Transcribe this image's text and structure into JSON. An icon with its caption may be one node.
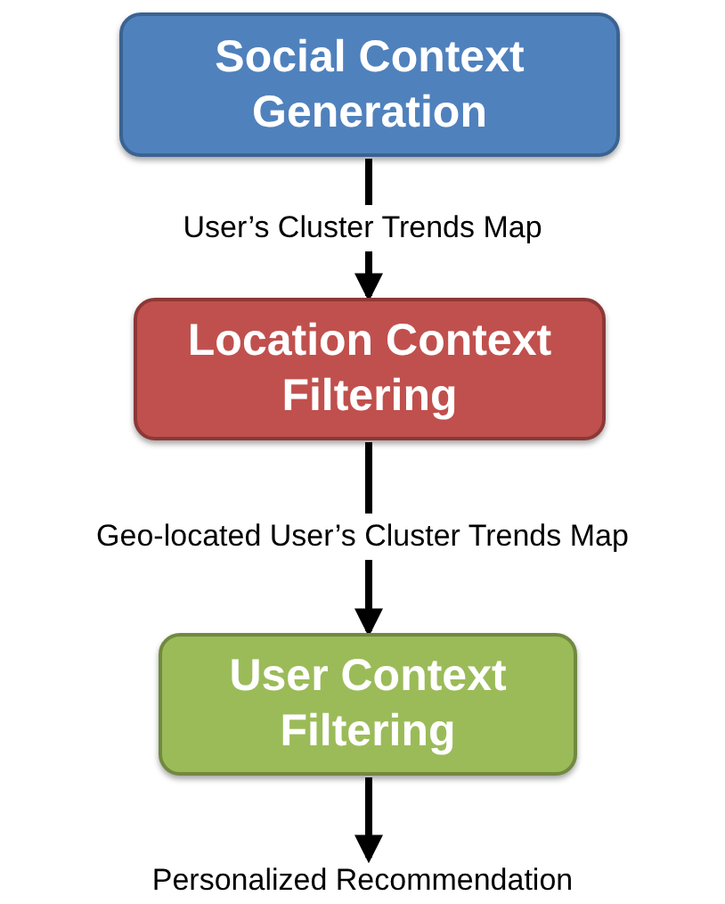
{
  "diagram": {
    "nodes": [
      {
        "text": [
          "Social Context Generation"
        ]
      },
      {
        "text": [
          "Location Context Filtering"
        ]
      },
      {
        "text": [
          "User Context Filtering"
        ]
      },
      {
        "text": [
          "Personalized Recommendation"
        ]
      }
    ],
    "edges": [
      {
        "from": 0,
        "to": 1,
        "arrow": "to",
        "label": "User’s Cluster Trends Map"
      },
      {
        "from": 1,
        "to": 2,
        "arrow": "to",
        "label": "Geo-located User’s Cluster Trends Map"
      },
      {
        "from": 2,
        "to": 3,
        "arrow": "to"
      }
    ]
  }
}
